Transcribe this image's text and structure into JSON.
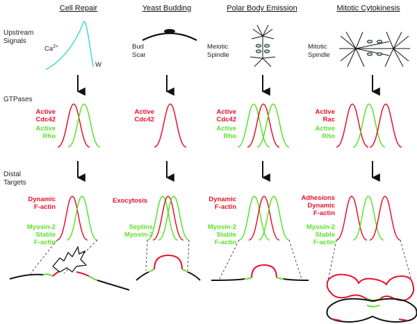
{
  "columns": [
    {
      "title": "Cell  Repair"
    },
    {
      "title": "Yeast Budding"
    },
    {
      "title": "Polar Body Emission"
    },
    {
      "title": "Mitotic Cytokinesis"
    }
  ],
  "rows": {
    "upstream_1": "Upstream",
    "upstream_2": "Signals",
    "gtpases": "GTPases",
    "distal_1": "Distal",
    "distal_2": "Targets"
  },
  "signals": {
    "ca": "Ca",
    "ca_sup": "2+",
    "w": "W",
    "bud_1": "Bud",
    "bud_2": "Scar",
    "meiotic_1": "Meiotic",
    "meiotic_2": "Spindle",
    "mitotic_1": "Mitotic",
    "mitotic_2": "Spindle"
  },
  "gtpase_labels": {
    "c1_red_1": "Active",
    "c1_red_2": "Cdc42",
    "c1_grn_1": "Active",
    "c1_grn_2": "Rho",
    "c2_red_1": "Active",
    "c2_red_2": "Cdc42",
    "c3_red_1": "Active",
    "c3_red_2": "Cdc42",
    "c3_grn_1": "Active",
    "c3_grn_2": "Rho",
    "c4_red_1": "Active",
    "c4_red_2": "Rac",
    "c4_grn_1": "Active",
    "c4_grn_2": "Rho"
  },
  "target_labels": {
    "c1_red_1": "Dynamic",
    "c1_red_2": "F-actin",
    "c1_grn_1": "Myosin-2",
    "c1_grn_2": "Stable",
    "c1_grn_3": "F-actin",
    "c2_red_1": "Exocytosis",
    "c2_grn_1": "Septins",
    "c2_grn_2": "Myosin-2",
    "c3_red_1": "Dynamic",
    "c3_red_2": "F-actin",
    "c3_grn_1": "Myosin-2",
    "c3_grn_2": "Stable",
    "c3_grn_3": "F-actin",
    "c4_red_1": "Adhesions",
    "c4_red_2": "Dynamic",
    "c4_red_3": "F-actin",
    "c4_grn_1": "Myosin-2",
    "c4_grn_2": "Stable",
    "c4_grn_3": "F-actin"
  },
  "colors": {
    "red": "#e8102a",
    "green": "#5be02a",
    "cyan": "#4fd9d4",
    "black": "#111111"
  }
}
